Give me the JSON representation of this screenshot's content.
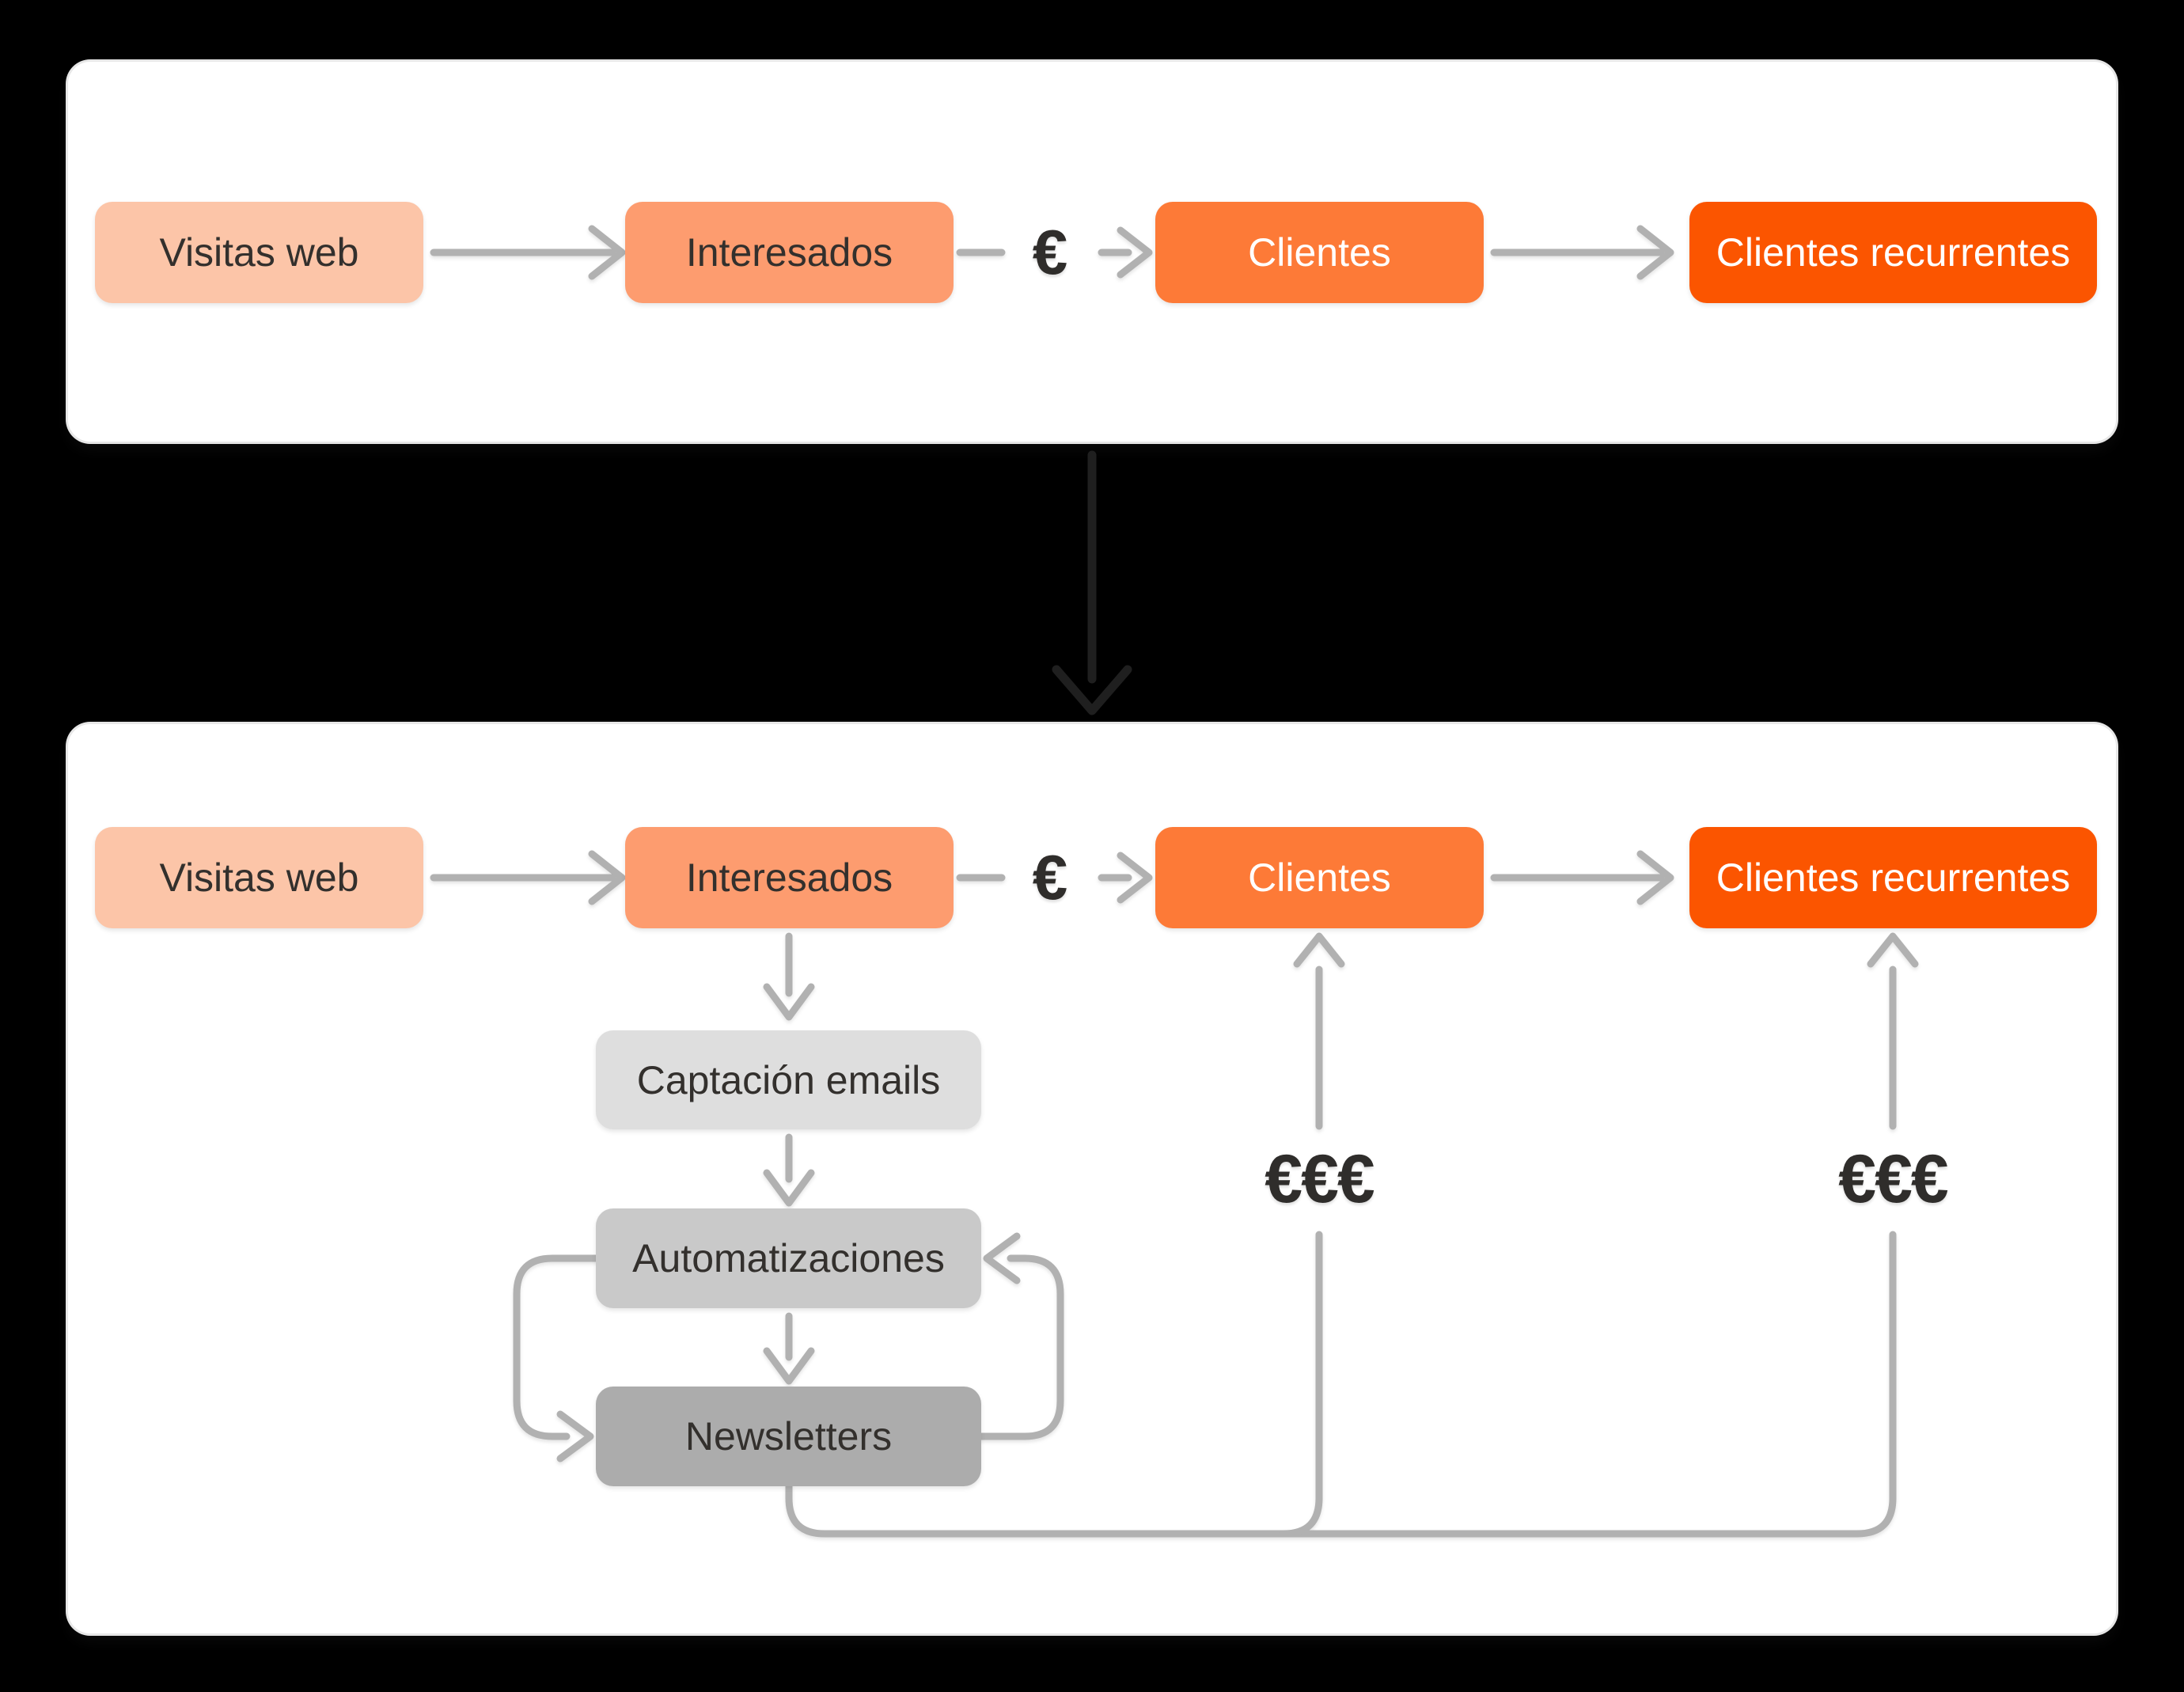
{
  "funnel": {
    "visitas_label": "Visitas web",
    "interesados_label": "Interesados",
    "clientes_label": "Clientes",
    "recurrentes_label": "Clientes recurrentes",
    "euro_symbol": "€"
  },
  "email_flow": {
    "captacion_label": "Captación emails",
    "automatizaciones_label": "Automatizaciones",
    "newsletters_label": "Newsletters",
    "revenue_left": "€€€",
    "revenue_right": "€€€"
  },
  "colors": {
    "background": "#000000",
    "panel_bg": "#FFFFFF",
    "visitas_bg": "#FCC5A8",
    "interesados_bg": "#FD9C6F",
    "clientes_bg": "#FD7A37",
    "recurrentes_bg": "#FB5500",
    "captacion_bg": "#DEDEDE",
    "automatizaciones_bg": "#C9C9C9",
    "newsletters_bg": "#ACACAC",
    "connector_gray": "#B1B1B1",
    "dark_text": "#33302D",
    "inter_panel_arrow": "#1F1F1F"
  }
}
